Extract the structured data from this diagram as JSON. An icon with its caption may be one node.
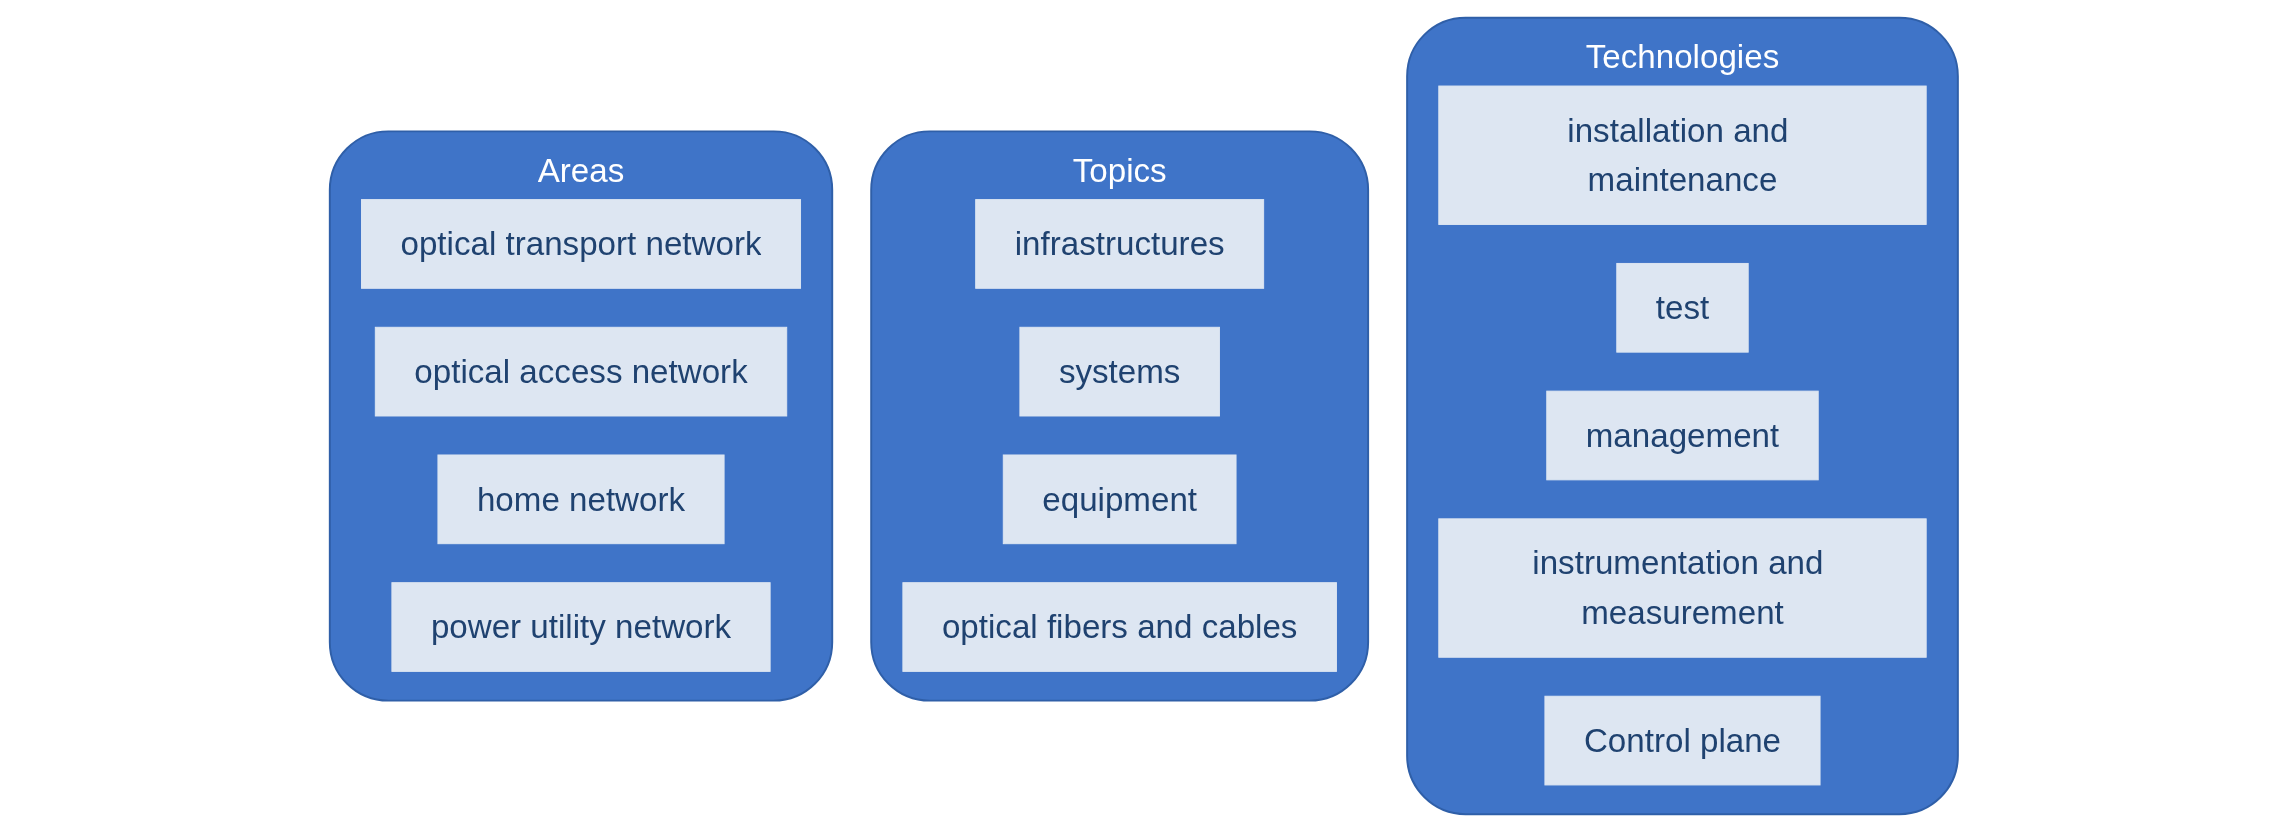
{
  "diagram": {
    "nodes": [
      {
        "text": [
          "Areas"
        ]
      },
      {
        "text": [
          "optical transport network"
        ],
        "in": 0
      },
      {
        "text": [
          "optical access network"
        ],
        "in": 0
      },
      {
        "text": [
          "home network"
        ],
        "in": 0
      },
      {
        "text": [
          "power utility network"
        ],
        "in": 0
      },
      {
        "text": [
          "Topics"
        ]
      },
      {
        "text": [
          "infrastructures"
        ],
        "in": 5
      },
      {
        "text": [
          "systems"
        ],
        "in": 5
      },
      {
        "text": [
          "equipment"
        ],
        "in": 5
      },
      {
        "text": [
          "optical fibers and cables"
        ],
        "in": 5
      },
      {
        "text": [
          "Technologies"
        ]
      },
      {
        "text": [
          "installation and maintenance"
        ],
        "in": 10
      },
      {
        "text": [
          "test"
        ],
        "in": 10
      },
      {
        "text": [
          "management"
        ],
        "in": 10
      },
      {
        "text": [
          "instrumentation and measurement"
        ],
        "in": 10
      },
      {
        "text": [
          "Control plane"
        ],
        "in": 10
      }
    ]
  }
}
